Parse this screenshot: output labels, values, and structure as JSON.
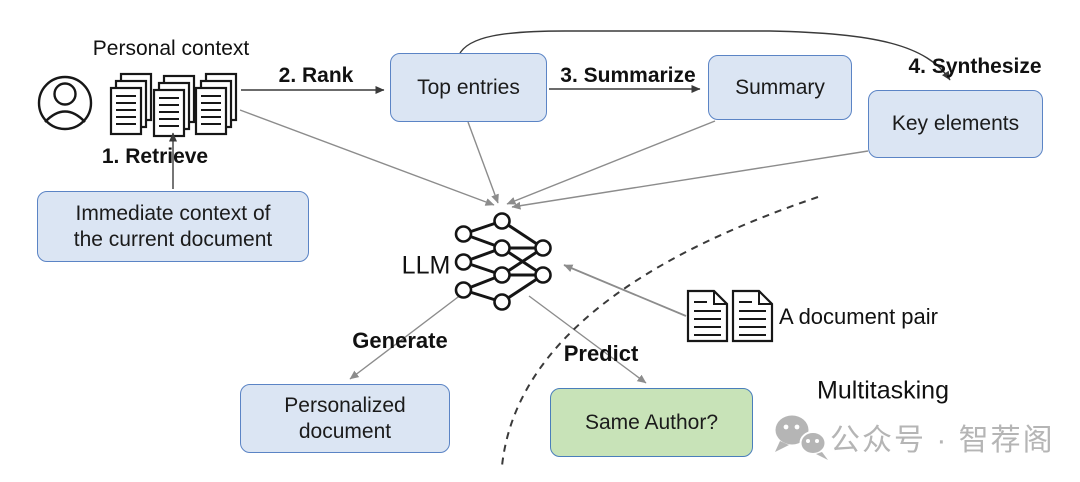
{
  "diagram": {
    "title_context_label": "Personal context",
    "steps": {
      "retrieve": "1. Retrieve",
      "rank": "2. Rank",
      "summarize": "3. Summarize",
      "synthesize": "4. Synthesize"
    },
    "boxes": {
      "immediate_context": "Immediate context of the current document",
      "top_entries": "Top entries",
      "summary": "Summary",
      "key_elements": "Key elements",
      "personalized_document": "Personalized document",
      "same_author": "Same Author?"
    },
    "labels": {
      "llm": "LLM",
      "generate": "Generate",
      "predict": "Predict",
      "document_pair": "A document pair",
      "multitasking": "Multitasking"
    },
    "watermark": "公众号 · 智荐阁",
    "icons": {
      "person_icon": "user silhouette in circle outline",
      "document_stack_icon": "three stacks of pages with text lines",
      "llm_network_icon": "neural network of connected nodes",
      "document_pair_icon": "two pages with folded corner",
      "wechat_icon": "two overlapping chat bubbles"
    },
    "colors": {
      "box_fill": "#dbe5f3",
      "box_border": "#5b84c5",
      "green_fill": "#c8e3b8",
      "green_border": "#4a7ebb",
      "line_dark": "#3a3a3a",
      "arrow_gray": "#8c8c8c",
      "watermark_gray": "#b5b5b5"
    }
  }
}
